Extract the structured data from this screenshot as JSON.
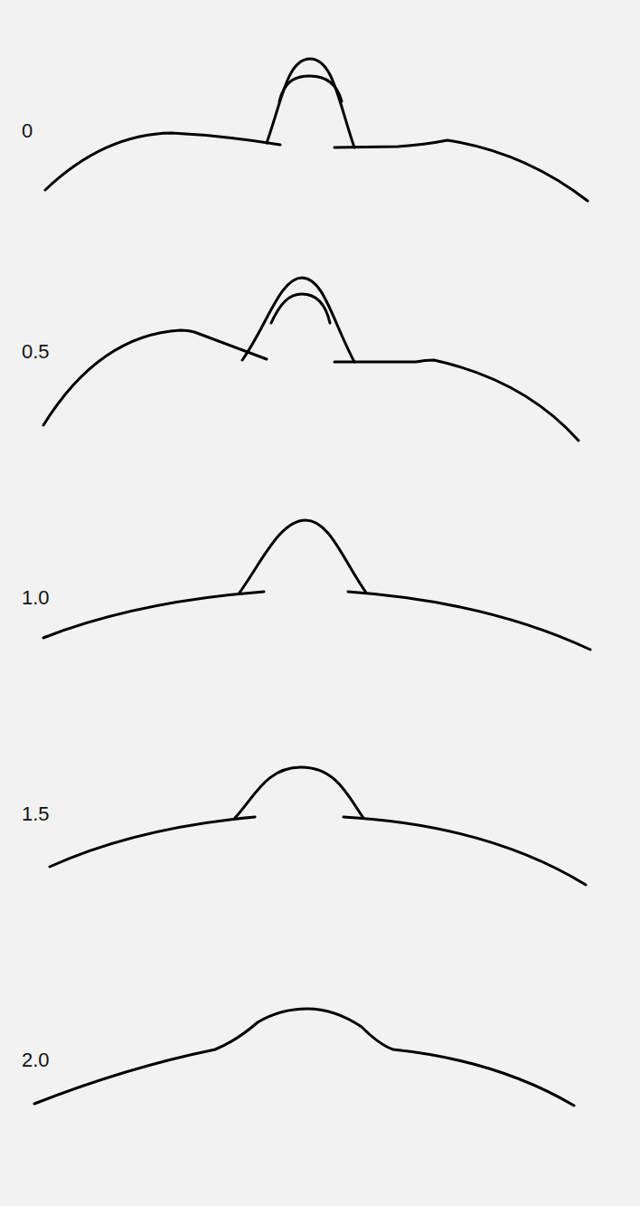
{
  "diagram": {
    "labels": [
      "0",
      "0.5",
      "1.0",
      "1.5",
      "2.0"
    ]
  }
}
